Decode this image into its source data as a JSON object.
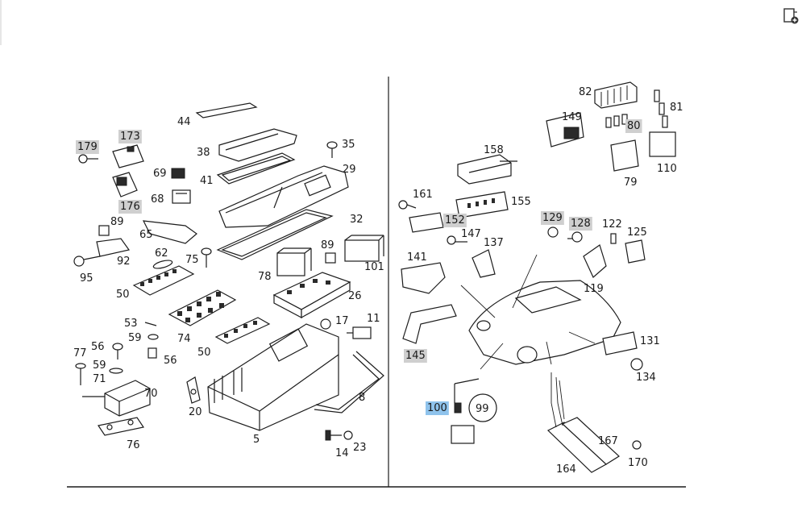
{
  "toolbar": {
    "print_icon": "print-settings-icon"
  },
  "callouts": {
    "c179": "179",
    "c173": "173",
    "c176": "176",
    "c44": "44",
    "c38": "38",
    "c41": "41",
    "c35": "35",
    "c29": "29",
    "c69": "69",
    "c68": "68",
    "c89a": "89",
    "c65": "65",
    "c92": "92",
    "c95": "95",
    "c62": "62",
    "c75": "75",
    "c32": "32",
    "c89b": "89",
    "c101": "101",
    "c78": "78",
    "c26": "26",
    "c50a": "50",
    "c53": "53",
    "c59a": "59",
    "c74": "74",
    "c50b": "50",
    "c56a": "56",
    "c77": "77",
    "c59b": "59",
    "c56b": "56",
    "c71": "71",
    "c70": "70",
    "c76": "76",
    "c20": "20",
    "c5": "5",
    "c17": "17",
    "c11": "11",
    "c8": "8",
    "c14": "14",
    "c23": "23",
    "c82": "82",
    "c81": "81",
    "c149": "149",
    "c80": "80",
    "c110": "110",
    "c79": "79",
    "c158": "158",
    "c161": "161",
    "c155": "155",
    "c152": "152",
    "c147": "147",
    "c129": "129",
    "c128": "128",
    "c122": "122",
    "c125": "125",
    "c141": "141",
    "c137": "137",
    "c119": "119",
    "c145": "145",
    "c131": "131",
    "c134": "134",
    "c100": "100",
    "c99": "99",
    "c167": "167",
    "c164": "164",
    "c170": "170"
  },
  "colors": {
    "line": "#1c1c1c",
    "highlight_gray": "#cfcfcf",
    "highlight_blue": "#8fc3ec"
  }
}
